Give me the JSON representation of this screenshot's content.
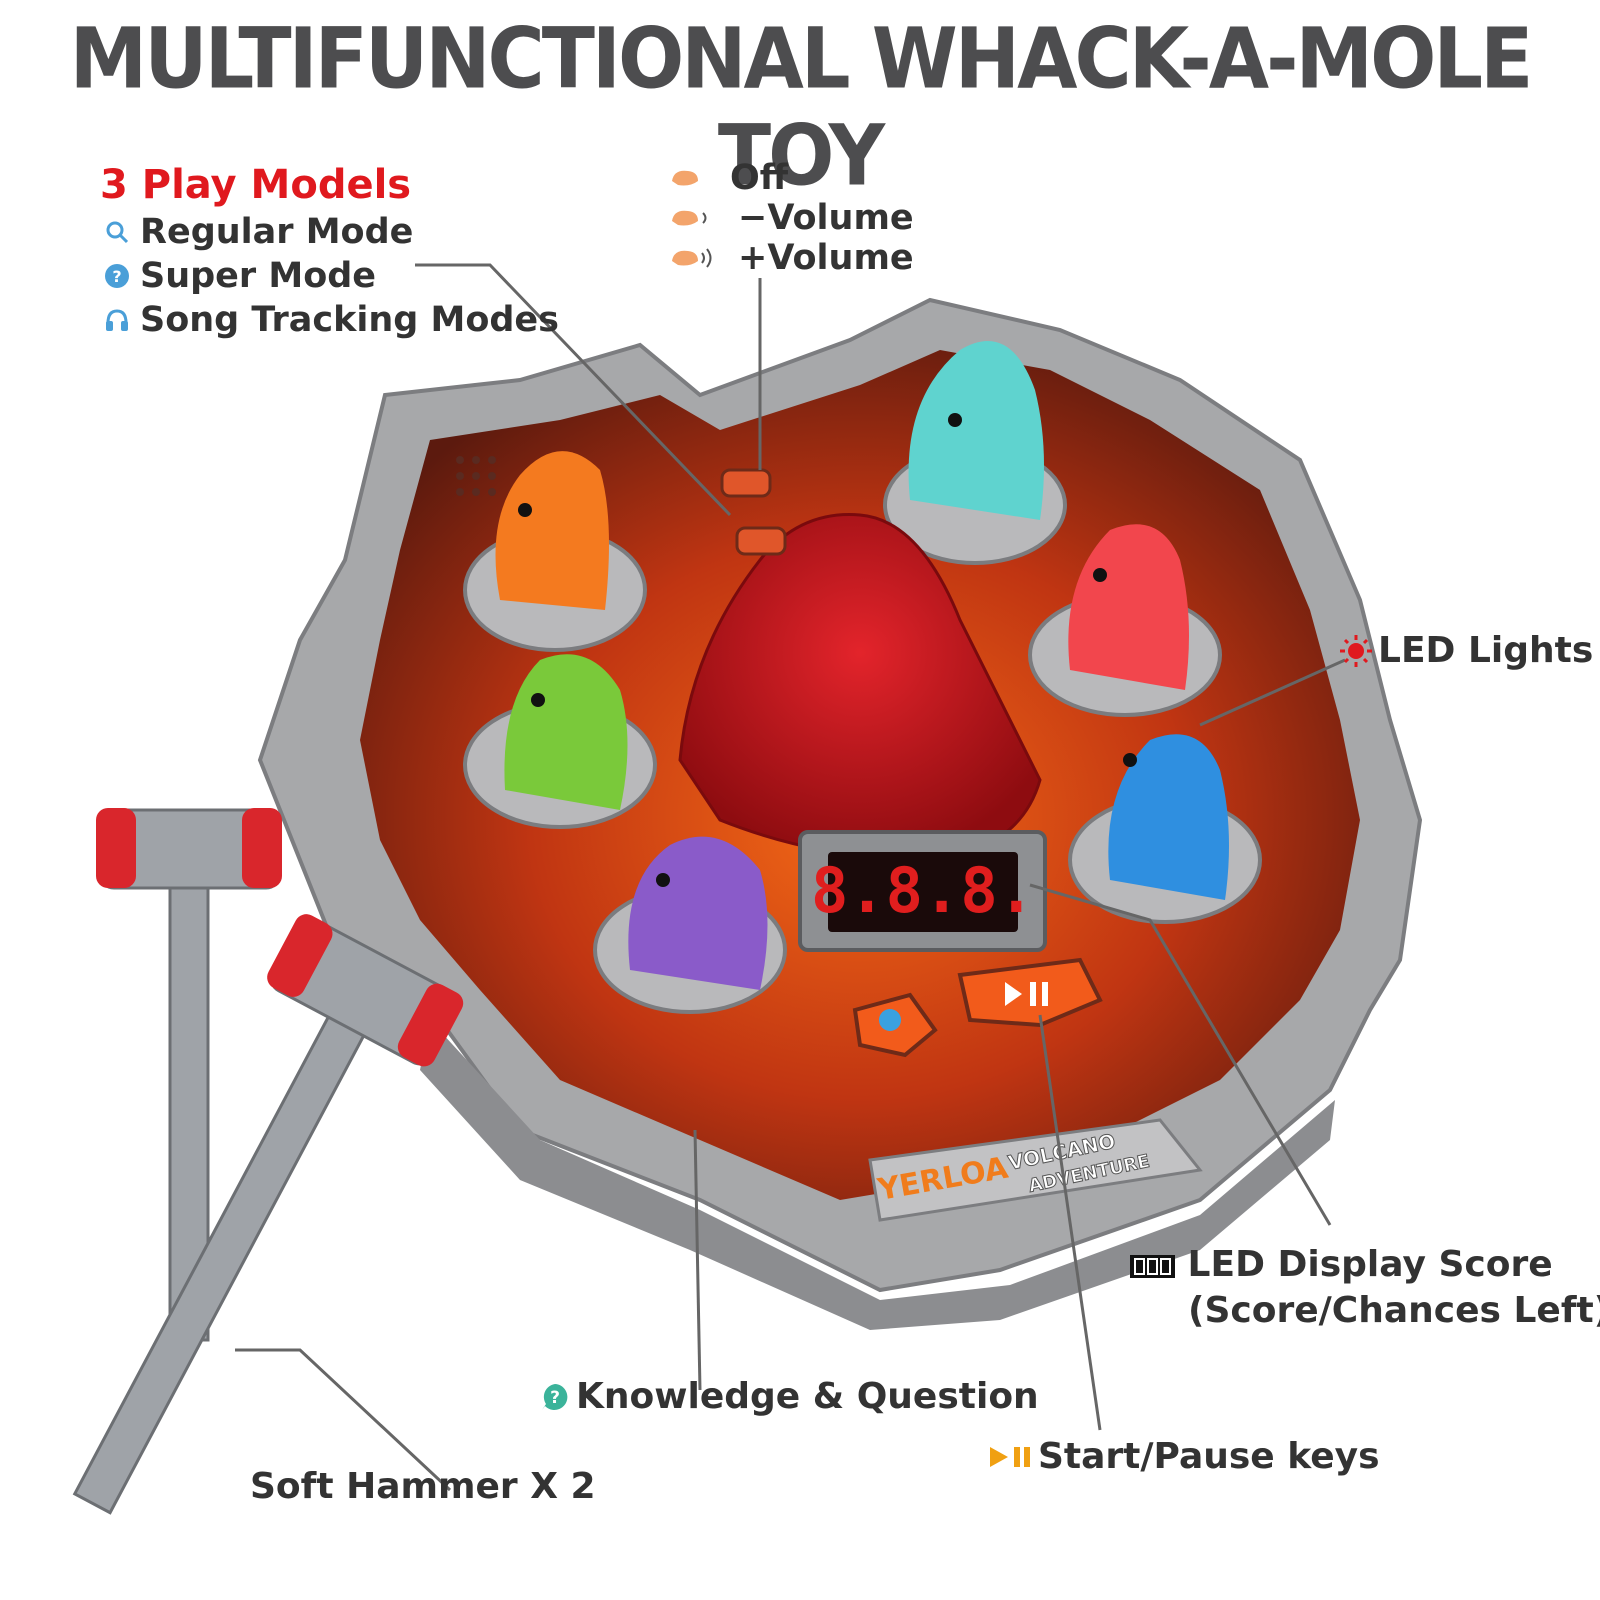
{
  "title": "MULTIFUNCTIONAL WHACK-A-MOLE TOY",
  "play_models": {
    "heading": "3 Play Models",
    "modes": [
      {
        "label": "Regular Mode",
        "icon": "search-icon"
      },
      {
        "label": "Super Mode",
        "icon": "question-icon"
      },
      {
        "label": "Song Tracking Modes",
        "icon": "headphones-icon"
      }
    ]
  },
  "volume": {
    "items": [
      {
        "label": "Off",
        "icon": "dino-head-icon"
      },
      {
        "label": "−Volume",
        "icon": "dino-head-sound-low-icon"
      },
      {
        "label": "+Volume",
        "icon": "dino-head-sound-high-icon"
      }
    ]
  },
  "callouts": {
    "led_lights": "LED Lights",
    "led_display_line1": "LED Display Score",
    "led_display_line2": "(Score/Chances Left)",
    "knowledge": "Knowledge & Question",
    "start_pause": "Start/Pause keys",
    "hammer": "Soft Hammer X 2"
  },
  "toy": {
    "brand": "YERLOA",
    "subtitle_1": "VOLCANO",
    "subtitle_2": "ADVENTURE",
    "display_digits": "8.8.8."
  },
  "colors": {
    "title": "#4d4d4f",
    "accent_red": "#e0191e",
    "icon_blue": "#4a9fd8",
    "rock_gray": "#a9a9ab",
    "lava": "#7a1e10",
    "orange_dino": "#f47a1f",
    "teal_dino": "#5fd3cf",
    "green_dino": "#7ac93a",
    "red_dino": "#f2464d",
    "blue_dino": "#2f8fe0",
    "purple_dino": "#8a5bc9",
    "hammer_red": "#d9262c",
    "hammer_gray": "#9fa3a8"
  }
}
